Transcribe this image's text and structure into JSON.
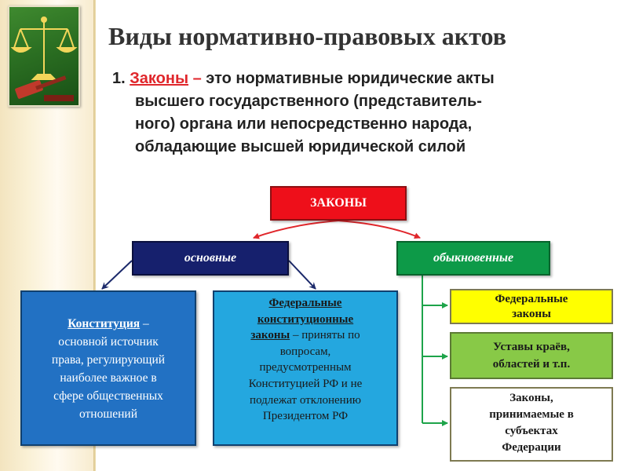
{
  "title": "Виды нормативно-правовых актов",
  "definition": {
    "number": "1.",
    "term": "Законы",
    "dash": "–",
    "line1_rest": "это нормативные юридические акты",
    "line2": "высшего государственного (представитель-",
    "line3": "ного) органа или непосредственно народа,",
    "line4": "обладающие высшей юридической силой"
  },
  "diagram": {
    "root": "ЗАКОНЫ",
    "left_category": "основные",
    "right_category": "обыкновенные",
    "constitution": {
      "term": "Конституция",
      "dash": "–",
      "desc_lines": [
        "основной источник",
        "права, регулирующий",
        "наиболее важное в",
        "сфере общественных",
        "отношений"
      ]
    },
    "fkz": {
      "term_lines": [
        "Федеральные",
        "конституционные",
        "законы"
      ],
      "rest_first": "– приняты по",
      "rest_lines": [
        "вопросам,",
        "предусмотренным",
        "Конституцией РФ и не",
        "подлежат отклонению",
        "Президентом РФ"
      ]
    },
    "federal_laws": [
      "Федеральные",
      "законы"
    ],
    "charters": [
      "Уставы краёв,",
      "областей и т.п."
    ],
    "subject_laws": [
      "Законы,",
      "принимаемые в",
      "субъектах",
      "Федерации"
    ]
  },
  "colors": {
    "root": "#ee0f1a",
    "basic": "#16206d",
    "ordinary": "#0d9a48",
    "constitution": "#2271c3",
    "fkz": "#24a7df",
    "federal_laws": "#ffff00",
    "charters": "#88c947",
    "subject_laws": "#ffffff",
    "arrow_red": "#e0262b",
    "arrow_navy": "#1c2a6b",
    "arrow_green": "#1ea44a"
  },
  "icons": [
    "scales-of-justice-icon",
    "gavel-icon"
  ]
}
